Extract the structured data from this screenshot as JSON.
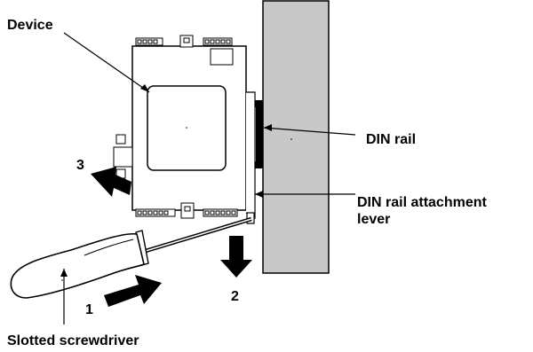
{
  "labels": {
    "device": "Device",
    "din_rail": "DIN rail",
    "attachment_lever_line1": "DIN rail attachment",
    "attachment_lever_line2": "lever",
    "screwdriver": "Slotted screwdriver"
  },
  "steps": {
    "step1": "1",
    "step2": "2",
    "step3": "3"
  },
  "colors": {
    "rail": "#c8c8c8",
    "line": "#000000",
    "background": "#ffffff"
  }
}
